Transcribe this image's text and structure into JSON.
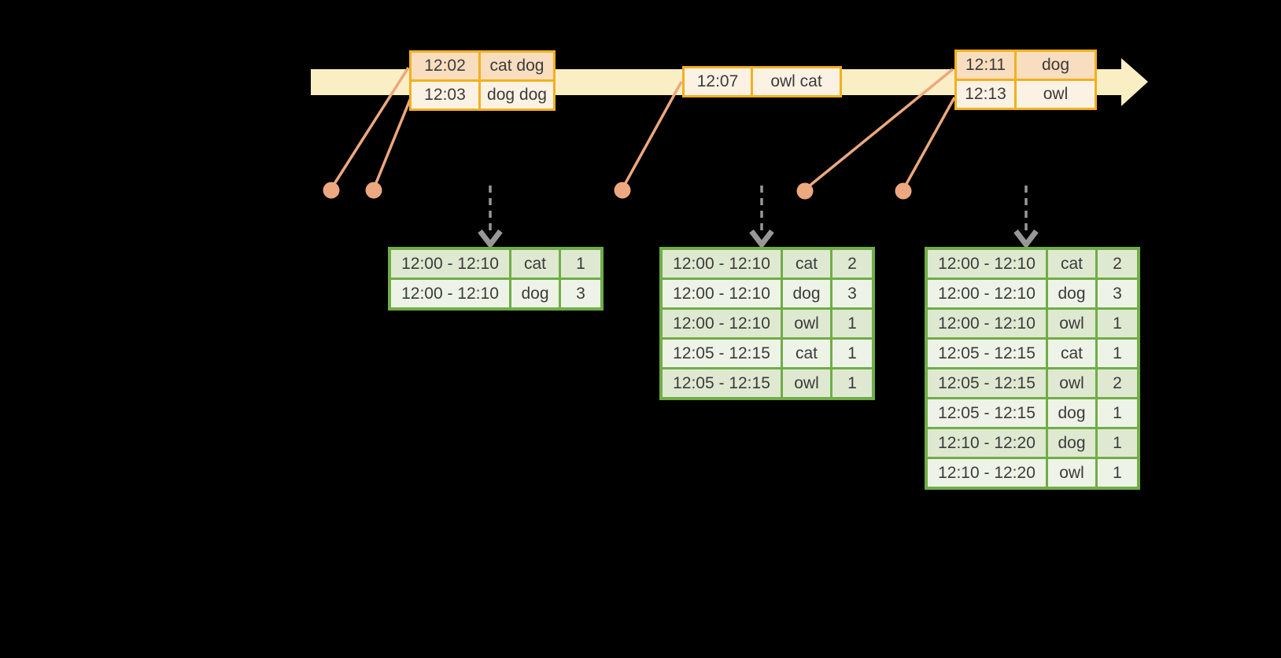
{
  "diagram": {
    "description": "streaming windowed word-count timeline with event tables and windowed count result tables",
    "colors": {
      "background": "#000000",
      "timeline_fill": "#FAEEC5",
      "event_border": "#F2B01E",
      "event_row_dark": "#F9DDBF",
      "event_row_light": "#FCF2E3",
      "connector": "#ECA87E",
      "dashed_arrow": "#979797",
      "result_border": "#70AD47",
      "result_row_dark": "#DFE9D2",
      "result_row_light": "#EEF3E7",
      "text": "#3B3B3B"
    },
    "icons": {
      "timeline_arrowhead": "right-arrow",
      "trigger_arrow": "down-dashed-arrow",
      "event_marker": "dot"
    },
    "event_tables": [
      {
        "shades": [
          "dark",
          "light"
        ],
        "rows": [
          [
            "12:02",
            "cat dog"
          ],
          [
            "12:03",
            "dog dog"
          ]
        ]
      },
      {
        "shades": [
          "light"
        ],
        "rows": [
          [
            "12:07",
            "owl cat"
          ]
        ]
      },
      {
        "shades": [
          "dark",
          "light"
        ],
        "rows": [
          [
            "12:11",
            "dog"
          ],
          [
            "12:13",
            "owl"
          ]
        ]
      }
    ],
    "result_tables": [
      {
        "shades": [
          "dark",
          "light"
        ],
        "rows": [
          [
            "12:00 - 12:10",
            "cat",
            "1"
          ],
          [
            "12:00 - 12:10",
            "dog",
            "3"
          ]
        ]
      },
      {
        "shades": [
          "dark",
          "light",
          "dark",
          "light",
          "dark"
        ],
        "rows": [
          [
            "12:00 - 12:10",
            "cat",
            "2"
          ],
          [
            "12:00 - 12:10",
            "dog",
            "3"
          ],
          [
            "12:00 - 12:10",
            "owl",
            "1"
          ],
          [
            "12:05 - 12:15",
            "cat",
            "1"
          ],
          [
            "12:05 - 12:15",
            "owl",
            "1"
          ]
        ]
      },
      {
        "shades": [
          "dark",
          "light",
          "dark",
          "light",
          "dark",
          "light",
          "dark",
          "light"
        ],
        "rows": [
          [
            "12:00 - 12:10",
            "cat",
            "2"
          ],
          [
            "12:00 - 12:10",
            "dog",
            "3"
          ],
          [
            "12:00 - 12:10",
            "owl",
            "1"
          ],
          [
            "12:05 - 12:15",
            "cat",
            "1"
          ],
          [
            "12:05 - 12:15",
            "owl",
            "2"
          ],
          [
            "12:05 - 12:15",
            "dog",
            "1"
          ],
          [
            "12:10 - 12:20",
            "dog",
            "1"
          ],
          [
            "12:10 - 12:20",
            "owl",
            "1"
          ]
        ]
      }
    ]
  }
}
